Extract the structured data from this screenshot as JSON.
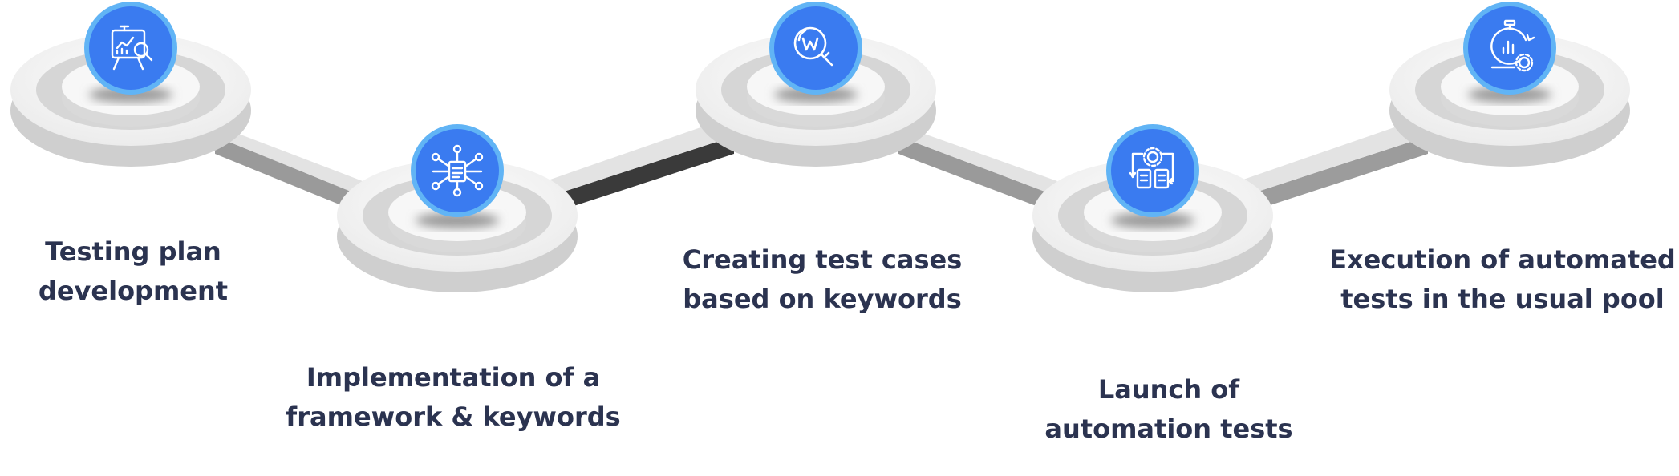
{
  "colors": {
    "accent": "#3a7bf0",
    "accent_ring": "#61b4f5",
    "text": "#2b3350",
    "platform_light": "#f1f1f1",
    "platform_shadow": "#cfcfcf"
  },
  "steps": [
    {
      "line1": "Testing plan",
      "line2": "development",
      "icon": "presentation-chart-icon"
    },
    {
      "line1": "Implementation of a",
      "line2": "framework & keywords",
      "icon": "network-document-icon"
    },
    {
      "line1": "Creating test cases",
      "line2": "based on keywords",
      "icon": "magnifier-w-icon"
    },
    {
      "line1": "Launch of",
      "line2": "automation tests",
      "icon": "gear-workflow-icon"
    },
    {
      "line1": "Execution of automated",
      "line2": "tests in the usual pool",
      "icon": "stopwatch-chart-icon"
    }
  ]
}
